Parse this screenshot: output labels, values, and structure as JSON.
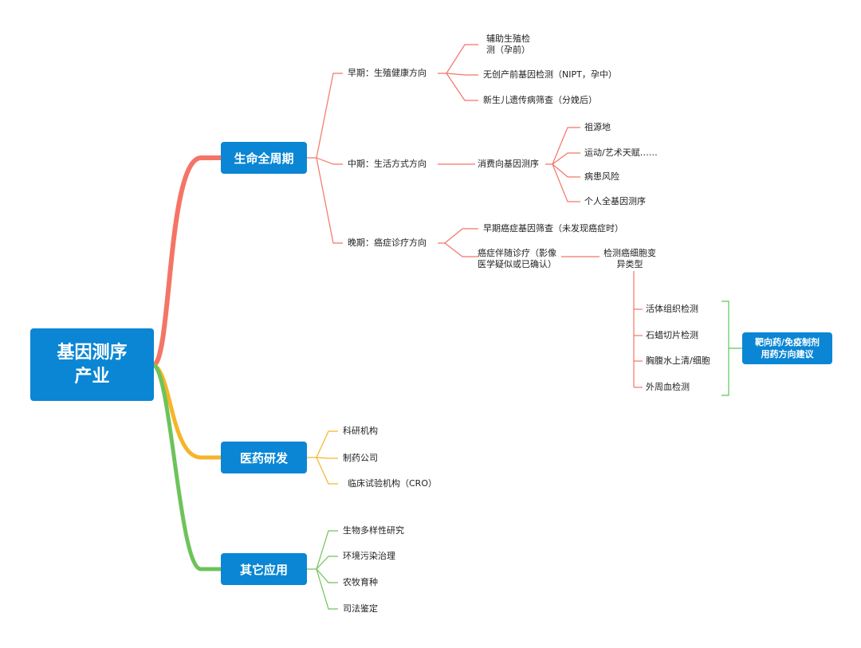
{
  "colors": {
    "branch_life": "#f47567",
    "branch_pharma": "#f6b42a",
    "branch_other": "#6dc35a",
    "node_fill": "#0a86d4",
    "summary_bracket": "#5cc65a"
  },
  "root": {
    "label": "基因测序\n产业"
  },
  "branches": {
    "life": {
      "label": "生命全周期",
      "early": {
        "label": "早期：生殖健康方向",
        "items": [
          "辅助生殖检\n测（孕前）",
          "无创产前基因检测（NIPT，孕中）",
          "新生儿遗传病筛查（分娩后）"
        ]
      },
      "mid": {
        "label": "中期：生活方式方向",
        "consumer": "消费向基因测序",
        "items": [
          "祖源地",
          "运动/艺术天赋……",
          "病患风险",
          "个人全基因测序"
        ]
      },
      "late": {
        "label": "晚期：癌症诊疗方向",
        "screening": "早期癌症基因筛查（未发现癌症时）",
        "companion": "癌症伴随诊疗（影像\n医学疑似或已确认）",
        "mutation": "检测癌细胞变\n异类型",
        "samples": [
          "活体组织检测",
          "石蜡切片检测",
          "胸腹水上清/细胞",
          "外周血检测"
        ],
        "summary": "靶向药/免疫制剂\n用药方向建议"
      }
    },
    "pharma": {
      "label": "医药研发",
      "items": [
        "科研机构",
        "制药公司",
        "临床试验机构（CRO）"
      ]
    },
    "other": {
      "label": "其它应用",
      "items": [
        "生物多样性研究",
        "环境污染治理",
        "农牧育种",
        "司法鉴定"
      ]
    }
  }
}
